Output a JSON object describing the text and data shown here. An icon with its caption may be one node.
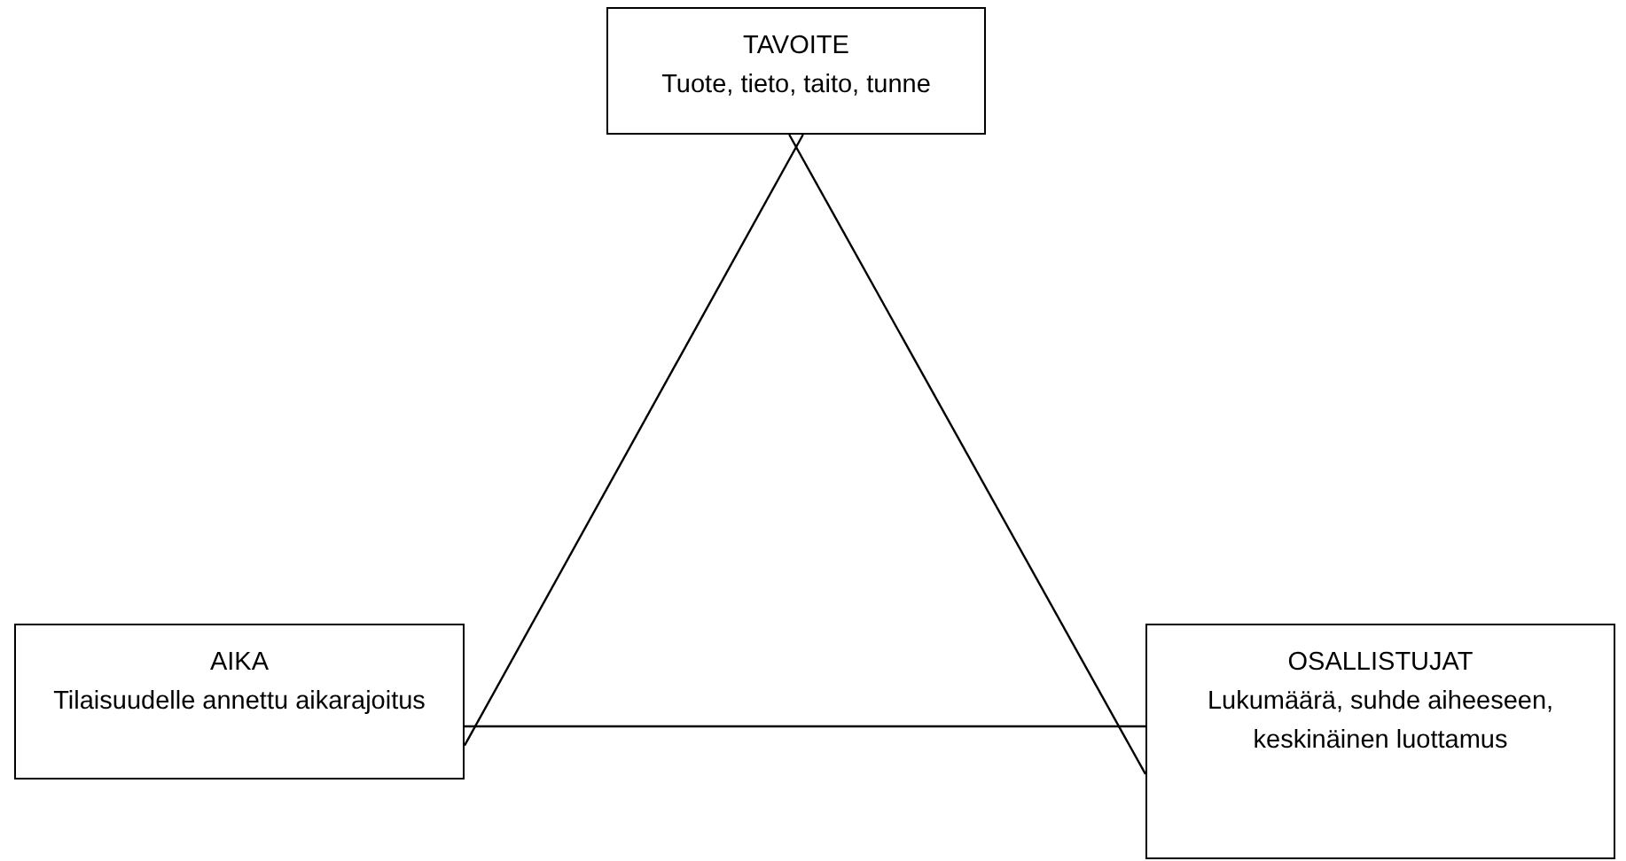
{
  "diagram": {
    "nodes": [
      {
        "text": [
          "TAVOITE",
          "Tuote, tieto, taito, tunne"
        ]
      },
      {
        "text": [
          "AIKA",
          "Tilaisuudelle annettu aikarajoitus"
        ]
      },
      {
        "text": [
          "OSALLISTUJAT",
          "Lukumäärä, suhde aiheeseen, keskinäinen luottamus"
        ]
      }
    ],
    "edges": [
      {
        "from": 0,
        "to": 1,
        "arrow": "none"
      },
      {
        "from": 1,
        "to": 2,
        "arrow": "none"
      },
      {
        "from": 2,
        "to": 0,
        "arrow": "none"
      }
    ]
  }
}
